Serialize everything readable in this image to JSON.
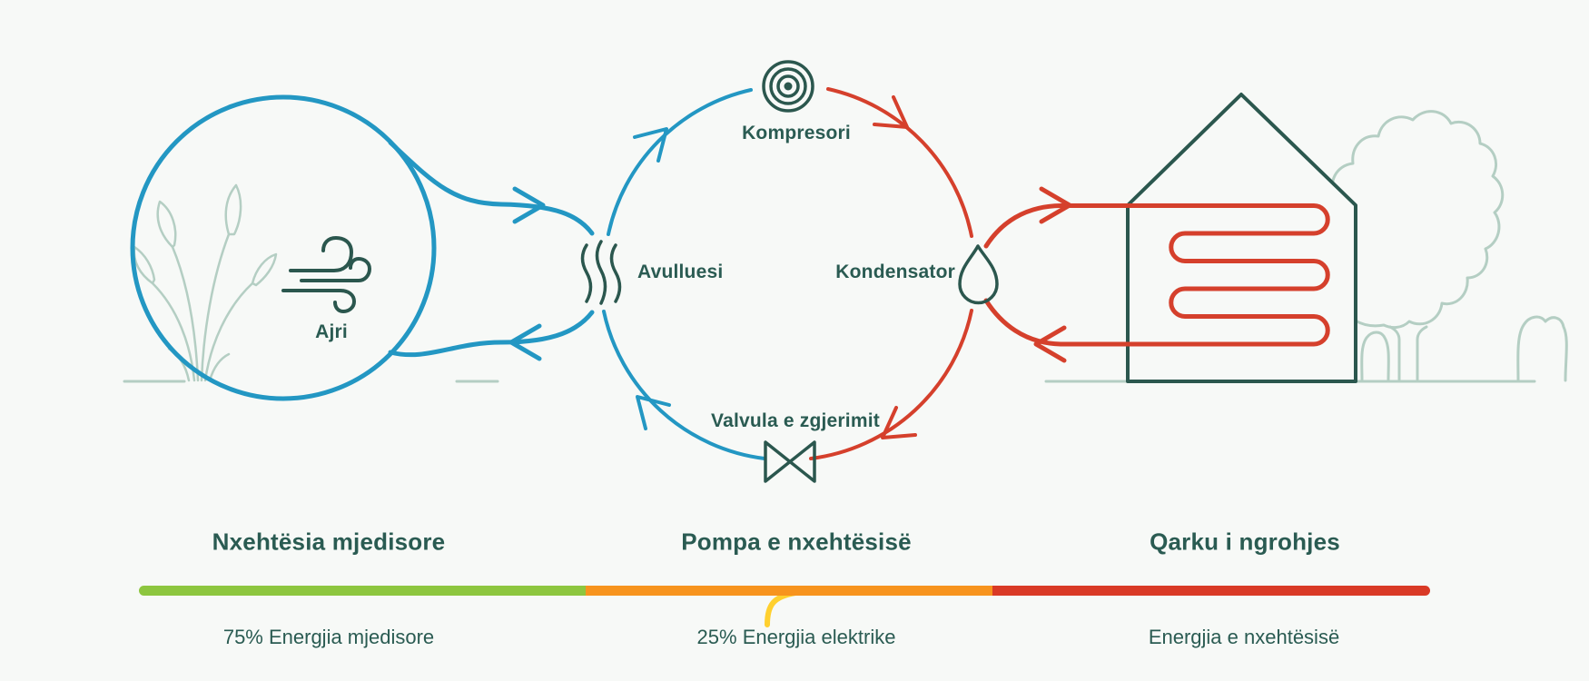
{
  "colors": {
    "bg": "#f7f9f7",
    "text": "#2a5b52",
    "air": "#2397c3",
    "hot": "#d5402c",
    "dark": "#2b574e",
    "sage": "#b4cec3",
    "green": "#8dc63f",
    "orange": "#f7941e",
    "red": "#d93a26",
    "yellow": "#ffd02f"
  },
  "diagram": {
    "air_label": "Ajri",
    "compressor_label": "Kompresori",
    "evaporator_label": "Avulluesi",
    "condenser_label": "Kondensator",
    "valve_label": "Valvula e zgjerimit"
  },
  "legend": {
    "sections": [
      {
        "title": "Nxehtësia mjedisore",
        "value": "75% Energjia mjedisore",
        "color": "#8dc63f"
      },
      {
        "title": "Pompa e nxehtësisë",
        "value": "25% Energjia elektrike",
        "color": "#f7941e"
      },
      {
        "title": "Qarku i ngrohjes",
        "value": "Energjia e nxehtësisë",
        "color": "#d93a26"
      }
    ]
  }
}
